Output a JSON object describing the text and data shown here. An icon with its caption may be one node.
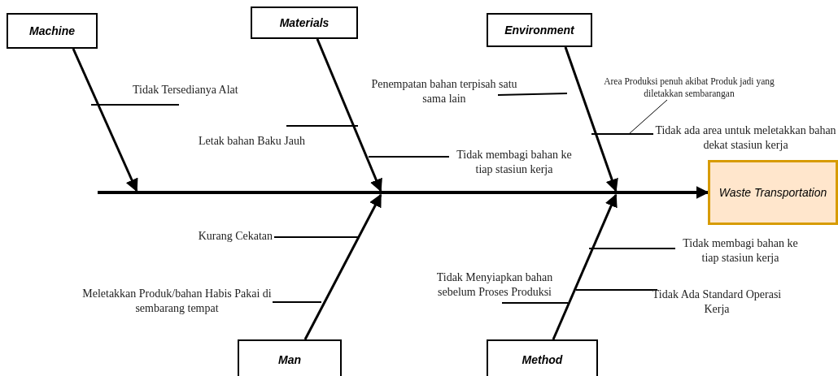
{
  "diagram": {
    "nodes": [
      {
        "text": [
          "Machine"
        ]
      },
      {
        "text": [
          "Materials"
        ]
      },
      {
        "text": [
          "Environment"
        ]
      },
      {
        "text": [
          "Waste Transportation"
        ]
      },
      {
        "text": [
          "Man"
        ]
      },
      {
        "text": [
          "Method"
        ]
      },
      {
        "text": [
          "Tidak Tersedianya Alat"
        ]
      },
      {
        "text": [
          "Letak bahan Baku Jauh"
        ]
      },
      {
        "text": [
          "Penempatan bahan terpisah satu sama lain"
        ]
      },
      {
        "text": [
          "Tidak membagi bahan ke tiap stasiun kerja"
        ]
      },
      {
        "text": [
          "Area Produksi penuh akibat Produk jadi yang diletakkan sembarangan"
        ]
      },
      {
        "text": [
          "Tidak ada area untuk meletakkan bahan dekat stasiun kerja"
        ]
      },
      {
        "text": [
          "Kurang Cekatan"
        ]
      },
      {
        "text": [
          "Meletakkan Produk/bahan Habis Pakai di sembarang tempat"
        ]
      },
      {
        "text": [
          "Tidak membagi bahan ke tiap stasiun kerja"
        ]
      },
      {
        "text": [
          "Tidak Menyiapkan bahan sebelum Proses Produksi"
        ]
      },
      {
        "text": [
          "Tidak Ada Standard Operasi Kerja"
        ]
      }
    ],
    "edges": [
      {
        "from": 0,
        "to": null,
        "arrow": "to"
      },
      {
        "from": 1,
        "to": null,
        "arrow": "to"
      },
      {
        "from": 2,
        "to": null,
        "arrow": "to"
      },
      {
        "from": null,
        "to": 3,
        "arrow": "to",
        "style": "thick"
      },
      {
        "from": 4,
        "to": null,
        "arrow": "to"
      },
      {
        "from": 5,
        "to": null,
        "arrow": "to"
      },
      {
        "from": 6,
        "to": null,
        "arrow": "none"
      },
      {
        "from": 7,
        "to": null,
        "arrow": "none"
      },
      {
        "from": 8,
        "to": null,
        "arrow": "none"
      },
      {
        "from": 9,
        "to": null,
        "arrow": "none"
      },
      {
        "from": 10,
        "to": null,
        "arrow": "none"
      },
      {
        "from": 11,
        "to": null,
        "arrow": "none"
      },
      {
        "from": 12,
        "to": null,
        "arrow": "none"
      },
      {
        "from": 13,
        "to": null,
        "arrow": "none"
      },
      {
        "from": 14,
        "to": null,
        "arrow": "none"
      },
      {
        "from": 15,
        "to": null,
        "arrow": "none"
      },
      {
        "from": 16,
        "to": null,
        "arrow": "none"
      }
    ]
  }
}
